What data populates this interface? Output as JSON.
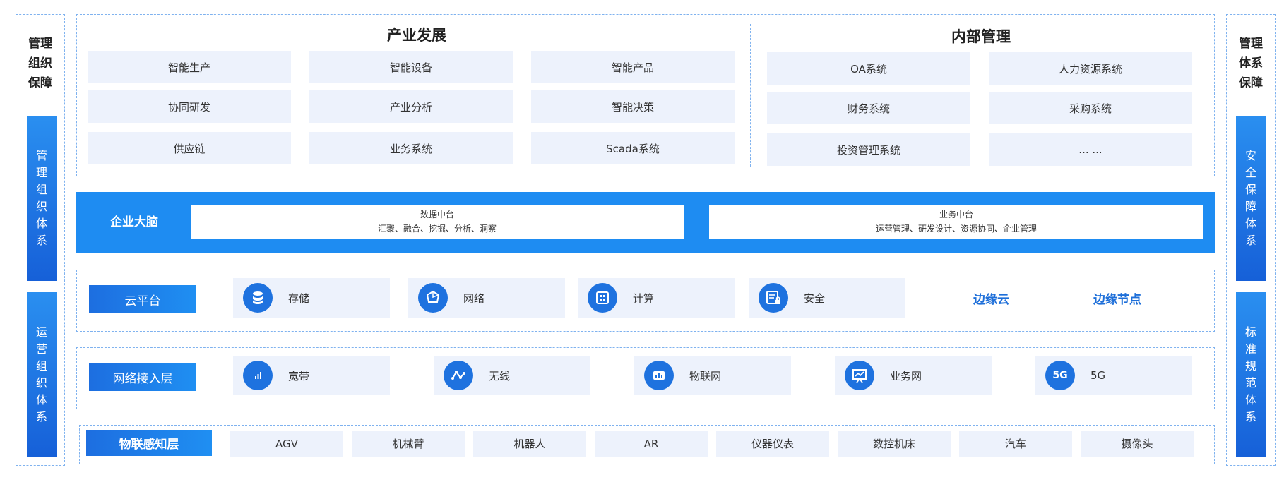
{
  "colors": {
    "accent": "#1e88f0",
    "dark_accent": "#1660d8",
    "light_box": "#edf2fc",
    "dash": "#7fb2ef",
    "link": "#1e6fd9"
  },
  "left": {
    "title": [
      "管理",
      "组织",
      "保障"
    ],
    "bars": [
      {
        "chars": [
          "管",
          "理",
          "组",
          "织",
          "体",
          "系"
        ]
      },
      {
        "chars": [
          "运",
          "营",
          "组",
          "织",
          "体",
          "系"
        ]
      }
    ]
  },
  "right": {
    "title": [
      "管理",
      "体系",
      "保障"
    ],
    "bars": [
      {
        "chars": [
          "安",
          "全",
          "保",
          "障",
          "体",
          "系"
        ]
      },
      {
        "chars": [
          "标",
          "准",
          "规",
          "范",
          "体",
          "系"
        ]
      }
    ]
  },
  "industry": {
    "title": "产业发展",
    "items": [
      "智能生产",
      "智能设备",
      "智能产品",
      "协同研发",
      "产业分析",
      "智能决策",
      "供应链",
      "业务系统",
      "Scada系统"
    ]
  },
  "internal": {
    "title": "内部管理",
    "items": [
      "OA系统",
      "人力资源系统",
      "财务系统",
      "采购系统",
      "投资管理系统",
      "... ..."
    ]
  },
  "brain": {
    "label": "企业大脑",
    "data_title": "数据中台",
    "data_desc": "汇聚、融合、挖掘、分析、洞察",
    "biz_title": "业务中台",
    "biz_desc": "运营管理、研发设计、资源协同、企业管理"
  },
  "cloud": {
    "label": "云平台",
    "items": [
      {
        "label": "存储",
        "icon": "storage-icon"
      },
      {
        "label": "网络",
        "icon": "network-icon"
      },
      {
        "label": "计算",
        "icon": "compute-icon"
      },
      {
        "label": "安全",
        "icon": "security-icon"
      }
    ],
    "edge_cloud": "边缘云",
    "edge_node": "边缘节点"
  },
  "network": {
    "label": "网络接入层",
    "items": [
      {
        "label": "宽带",
        "icon": "broadband-icon"
      },
      {
        "label": "无线",
        "icon": "wireless-icon"
      },
      {
        "label": "物联网",
        "icon": "iot-icon"
      },
      {
        "label": "业务网",
        "icon": "business-network-icon"
      },
      {
        "label": "5G",
        "icon": "5g-icon",
        "icon_text": "5G"
      }
    ]
  },
  "iot": {
    "label": "物联感知层",
    "items": [
      "AGV",
      "机械臂",
      "机器人",
      "AR",
      "仪器仪表",
      "数控机床",
      "汽车",
      "摄像头"
    ]
  }
}
